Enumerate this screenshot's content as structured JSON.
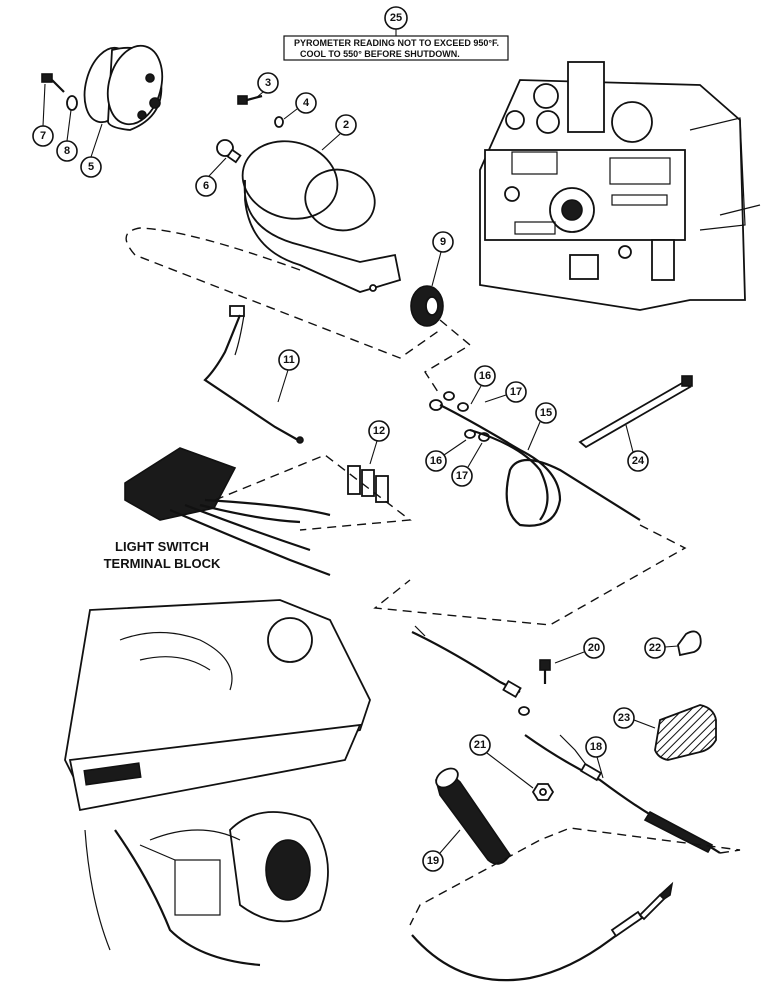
{
  "note": {
    "callout": "25",
    "line1": "PYROMETER READING NOT TO EXCEED 950°F.",
    "line2": "COOL TO 550° BEFORE SHUTDOWN."
  },
  "label": {
    "line1": "LIGHT SWITCH",
    "line2": "TERMINAL BLOCK"
  },
  "callouts": {
    "c2": "2",
    "c3": "3",
    "c4": "4",
    "c5": "5",
    "c6": "6",
    "c7": "7",
    "c8": "8",
    "c9": "9",
    "c11": "11",
    "c12": "12",
    "c15": "15",
    "c16a": "16",
    "c16b": "16",
    "c17a": "17",
    "c17b": "17",
    "c18": "18",
    "c19": "19",
    "c20": "20",
    "c21": "21",
    "c22": "22",
    "c23": "23",
    "c24": "24"
  },
  "icons": {
    "gauge": "pyrometer-gauge-icon",
    "bracket": "gauge-bracket-icon",
    "grommet": "grommet-icon",
    "harness": "wiring-harness-icon",
    "thermocouple": "thermocouple-icon"
  }
}
